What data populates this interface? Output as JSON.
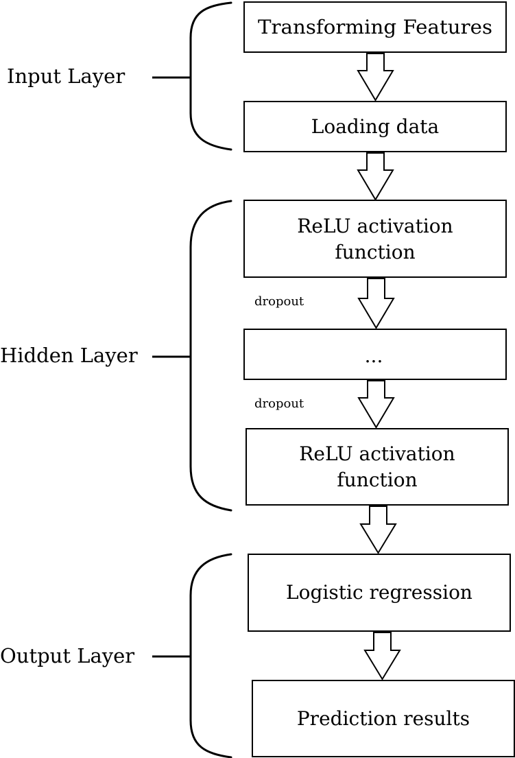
{
  "layers": {
    "input": "Input Layer",
    "hidden": "Hidden Layer",
    "output": "Output Layer"
  },
  "steps": {
    "transform": "Transforming Features",
    "loading": "Loading data",
    "relu1_line1": "ReLU activation",
    "relu1_line2": "function",
    "ellipsis": "...",
    "relu2_line1": "ReLU activation",
    "relu2_line2": "function",
    "logistic": "Logistic regression",
    "prediction": "Prediction results"
  },
  "labels": {
    "dropout1": "dropout",
    "dropout2": "dropout"
  }
}
